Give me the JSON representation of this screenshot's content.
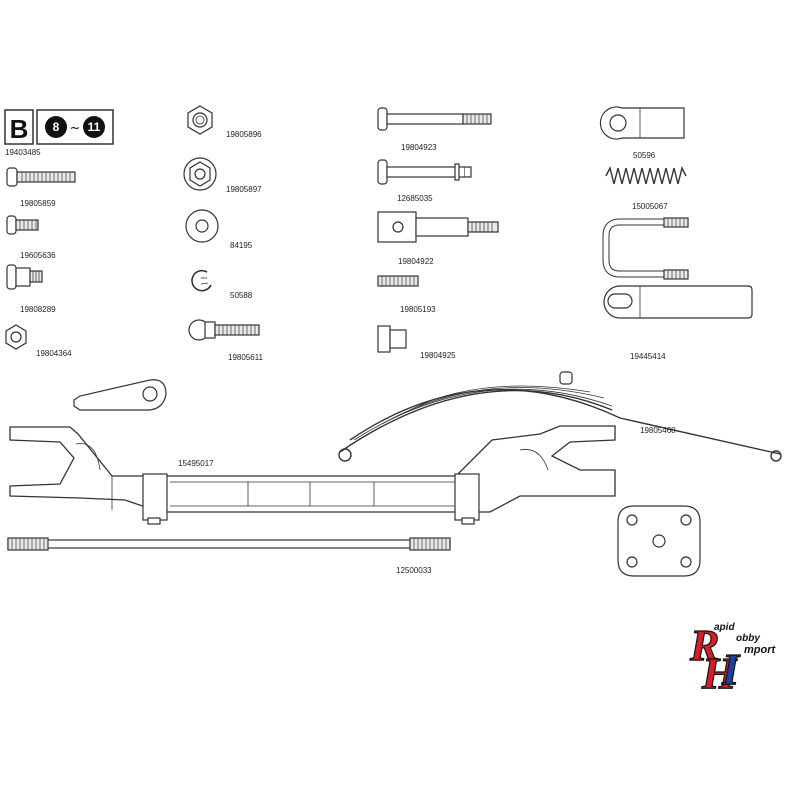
{
  "badge": {
    "letter": "B",
    "step_from": "8",
    "tilde": "~",
    "step_to": "11"
  },
  "parts": {
    "p19403485": "19403485",
    "p19805859": "19805859",
    "p19605636": "19605636",
    "p19808289": "19808289",
    "p19804364": "19804364",
    "p19805896": "19805896",
    "p19805897": "19805897",
    "p84195": "84195",
    "p50588": "50588",
    "p19805611": "19805611",
    "p19804923": "19804923",
    "p12685035": "12685035",
    "p19804922": "19804922",
    "p19805193": "19805193",
    "p19804925": "19804925",
    "p50596": "50596",
    "p15005067": "15005067",
    "p19445414": "19445414",
    "p15495017": "15495017",
    "p19805460": "19805460",
    "p12500033": "12500033"
  },
  "logo": {
    "text": "Rapid Hobby Import",
    "colors": {
      "red": "#d4202a",
      "blue": "#1f3f9a"
    }
  }
}
